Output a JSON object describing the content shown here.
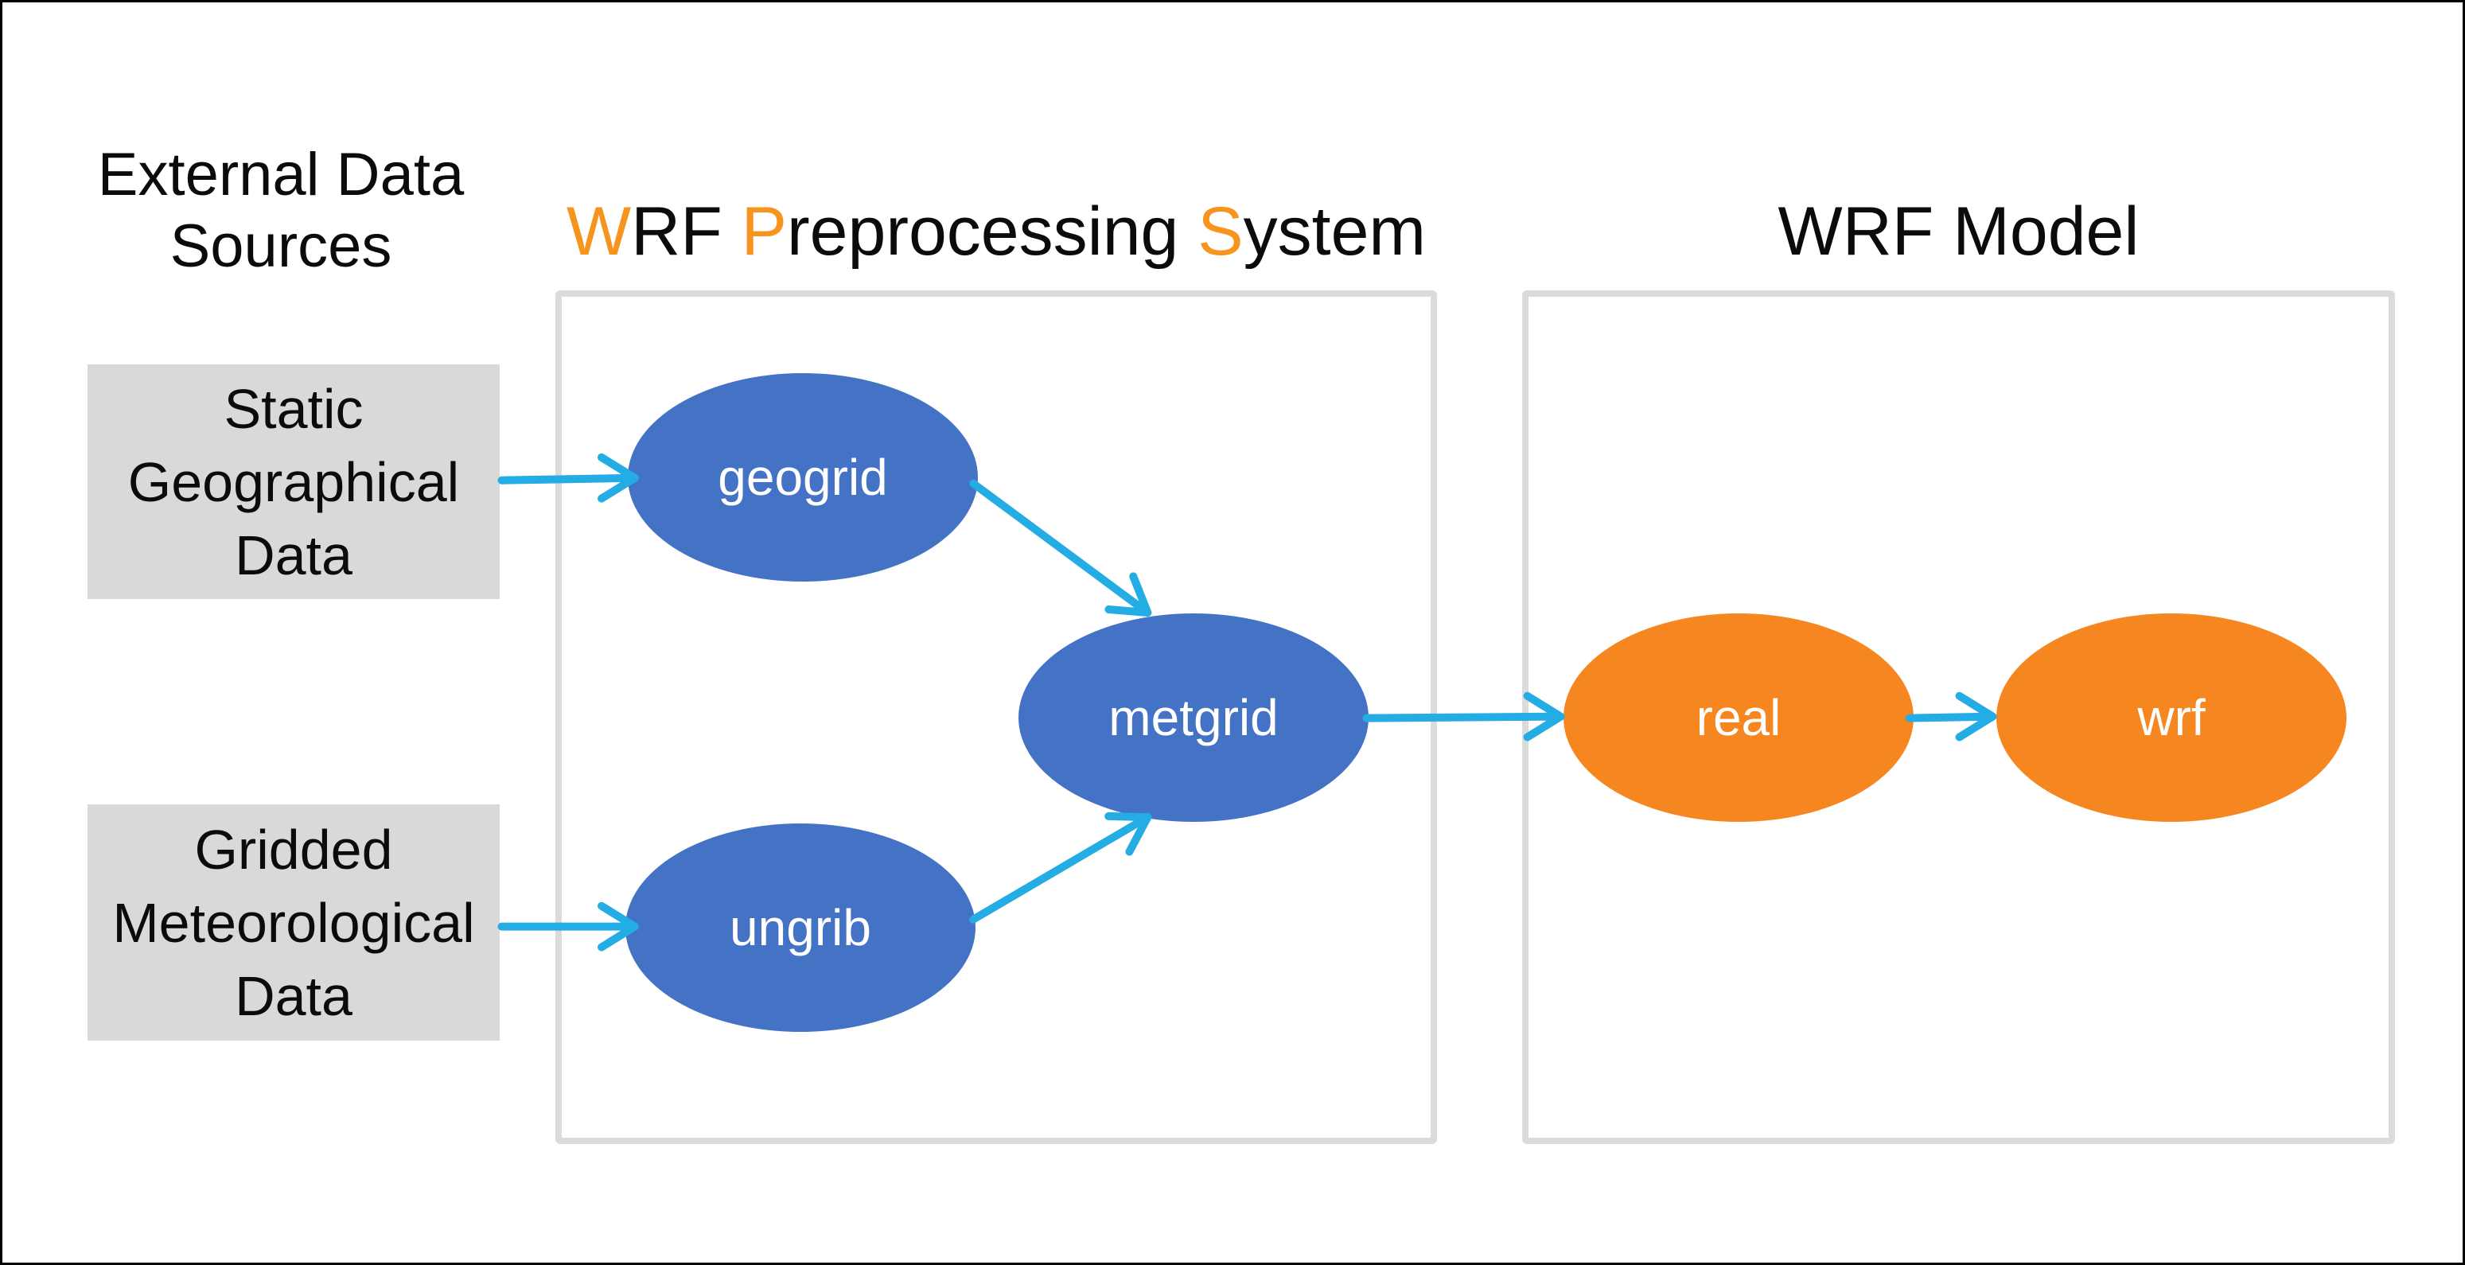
{
  "diagram": {
    "external_sources_label": {
      "lines": [
        "External Data",
        "Sources"
      ]
    },
    "wps_title": {
      "segments": [
        {
          "text": "W",
          "accent": true
        },
        {
          "text": "RF ",
          "accent": false
        },
        {
          "text": "P",
          "accent": true
        },
        {
          "text": "reprocessing ",
          "accent": false
        },
        {
          "text": "S",
          "accent": true
        },
        {
          "text": "ystem",
          "accent": false
        }
      ]
    },
    "wrf_model_title": "WRF Model",
    "sources": [
      {
        "id": "static-geographical-data",
        "lines": [
          "Static",
          "Geographical",
          "Data"
        ]
      },
      {
        "id": "gridded-meteorological-data",
        "lines": [
          "Gridded",
          "Meteorological",
          "Data"
        ]
      }
    ],
    "nodes": [
      {
        "id": "geogrid",
        "label": "geogrid",
        "group": "wps",
        "shape": "ellipse"
      },
      {
        "id": "ungrib",
        "label": "ungrib",
        "group": "wps",
        "shape": "ellipse"
      },
      {
        "id": "metgrid",
        "label": "metgrid",
        "group": "wps",
        "shape": "ellipse"
      },
      {
        "id": "real",
        "label": "real",
        "group": "wrf-model",
        "shape": "ellipse"
      },
      {
        "id": "wrf",
        "label": "wrf",
        "group": "wrf-model",
        "shape": "ellipse"
      }
    ],
    "edges": [
      {
        "from": "static-geographical-data",
        "to": "geogrid"
      },
      {
        "from": "gridded-meteorological-data",
        "to": "ungrib"
      },
      {
        "from": "geogrid",
        "to": "metgrid"
      },
      {
        "from": "ungrib",
        "to": "metgrid"
      },
      {
        "from": "metgrid",
        "to": "real"
      },
      {
        "from": "real",
        "to": "wrf"
      }
    ],
    "colors": {
      "node_blue": "#4472C4",
      "node_orange": "#F6861F",
      "arrow_color": "#24ACE4",
      "source_box_fill": "#D9D9D9",
      "container_border": "#DBDBDB",
      "title_accent": "#F7941D",
      "text_color": "#0B0B0B"
    }
  }
}
